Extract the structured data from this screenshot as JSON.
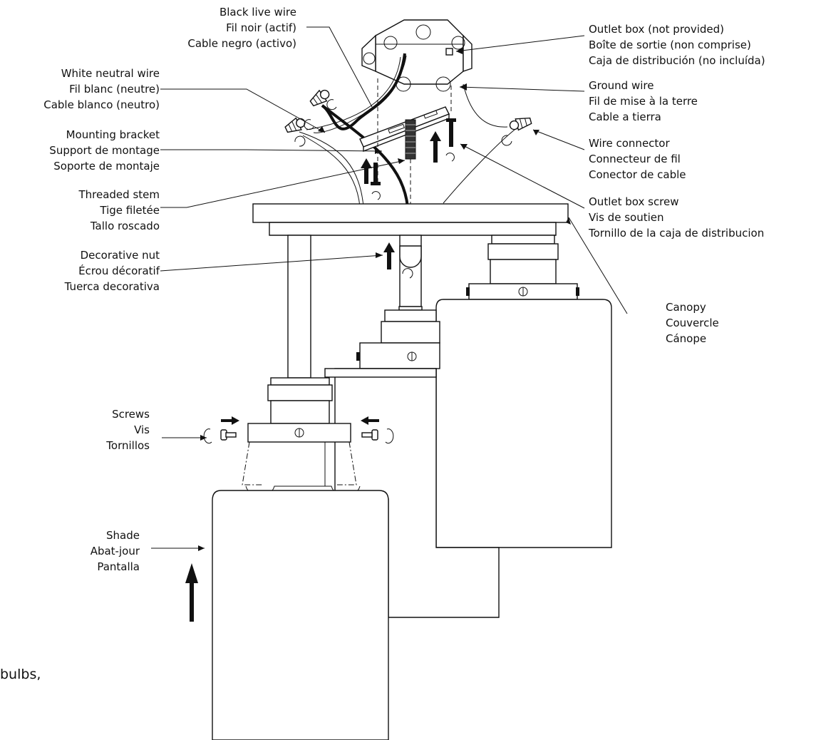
{
  "labels": {
    "black_wire": [
      "Black live wire",
      "Fil noir (actif)",
      "Cable negro (activo)"
    ],
    "outlet_box": [
      "Outlet box (not provided)",
      "Boîte de sortie (non comprise)",
      "Caja de distribución (no incluída)"
    ],
    "white_wire": [
      "White neutral wire",
      "Fil blanc (neutre)",
      "Cable blanco (neutro)"
    ],
    "ground_wire": [
      "Ground wire",
      "Fil de mise à la terre",
      "Cable a tierra"
    ],
    "mounting_bracket": [
      "Mounting bracket",
      "Support de montage",
      "Soporte de montaje"
    ],
    "wire_connector": [
      "Wire connector",
      "Connecteur de fil",
      "Conector de cable"
    ],
    "threaded_stem": [
      "Threaded stem",
      "Tige filetée",
      "Tallo roscado"
    ],
    "outlet_box_screw": [
      "Outlet box screw",
      "Vis de soutien",
      "Tornillo de la caja de distribucion"
    ],
    "decorative_nut": [
      "Decorative nut",
      "Écrou décoratif",
      "Tuerca decorativa"
    ],
    "canopy": [
      "Canopy",
      "Couvercle",
      "Cánope"
    ],
    "screws": [
      "Screws",
      "Vis",
      "Tornillos"
    ],
    "shade": [
      "Shade",
      "Abat-jour",
      "Pantalla"
    ]
  },
  "footer_fragment": "bulbs,"
}
